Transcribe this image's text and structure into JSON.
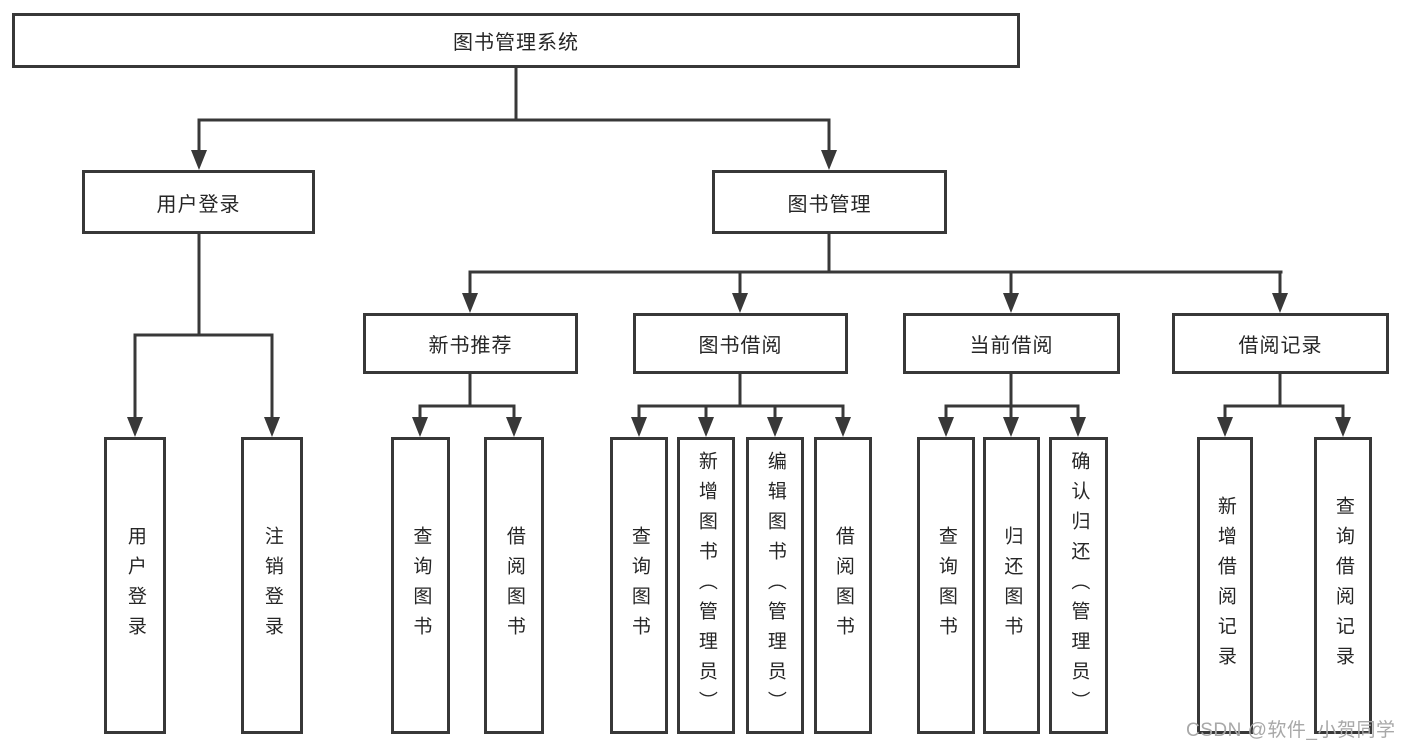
{
  "diagram": {
    "root": {
      "label": "图书管理系统"
    },
    "branches": [
      {
        "label": "用户登录",
        "children": [
          {
            "label": "用户登录"
          },
          {
            "label": "注销登录"
          }
        ]
      },
      {
        "label": "图书管理",
        "children": [
          {
            "label": "新书推荐",
            "children": [
              {
                "label": "查询图书"
              },
              {
                "label": "借阅图书"
              }
            ]
          },
          {
            "label": "图书借阅",
            "children": [
              {
                "label": "查询图书"
              },
              {
                "label": "新增图书（管理员）"
              },
              {
                "label": "编辑图书（管理员）"
              },
              {
                "label": "借阅图书"
              }
            ]
          },
          {
            "label": "当前借阅",
            "children": [
              {
                "label": "查询图书"
              },
              {
                "label": "归还图书"
              },
              {
                "label": "确认归还（管理员）"
              }
            ]
          },
          {
            "label": "借阅记录",
            "children": [
              {
                "label": "新增借阅记录"
              },
              {
                "label": "查询借阅记录"
              }
            ]
          }
        ]
      }
    ]
  },
  "watermark": {
    "text": "CSDN @软件_小贺同学"
  },
  "colors": {
    "line": "#383838",
    "box_border": "#383838",
    "text": "#262626",
    "background": "#ffffff",
    "watermark": "#a8a8a8"
  }
}
